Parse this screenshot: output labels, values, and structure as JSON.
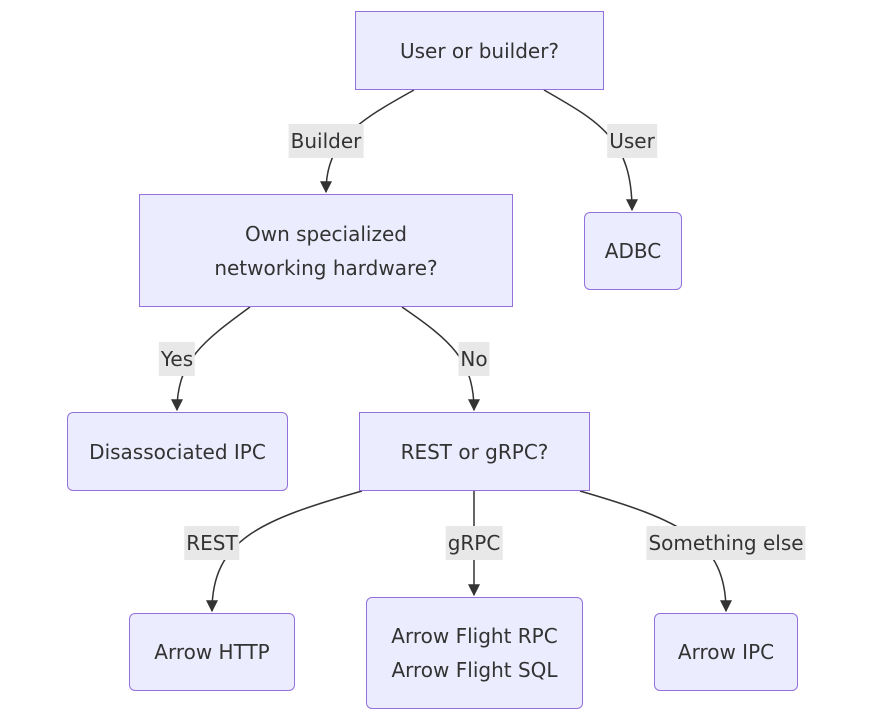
{
  "diagram": {
    "nodes": {
      "start": {
        "lines": [
          "User or builder?"
        ]
      },
      "hardware": {
        "lines": [
          "Own specialized",
          "networking hardware?"
        ]
      },
      "adbc": {
        "lines": [
          "ADBC"
        ]
      },
      "disassociated": {
        "lines": [
          "Disassociated IPC"
        ]
      },
      "rest_grpc": {
        "lines": [
          "REST or gRPC?"
        ]
      },
      "arrow_http": {
        "lines": [
          "Arrow HTTP"
        ]
      },
      "flight": {
        "lines": [
          "Arrow Flight RPC",
          "Arrow Flight SQL"
        ]
      },
      "arrow_ipc": {
        "lines": [
          "Arrow IPC"
        ]
      }
    },
    "edges": [
      {
        "from": "start",
        "to": "hardware",
        "label": "Builder"
      },
      {
        "from": "start",
        "to": "adbc",
        "label": "User"
      },
      {
        "from": "hardware",
        "to": "disassociated",
        "label": "Yes"
      },
      {
        "from": "hardware",
        "to": "rest_grpc",
        "label": "No"
      },
      {
        "from": "rest_grpc",
        "to": "arrow_http",
        "label": "REST"
      },
      {
        "from": "rest_grpc",
        "to": "flight",
        "label": "gRPC"
      },
      {
        "from": "rest_grpc",
        "to": "arrow_ipc",
        "label": "Something else"
      }
    ]
  }
}
